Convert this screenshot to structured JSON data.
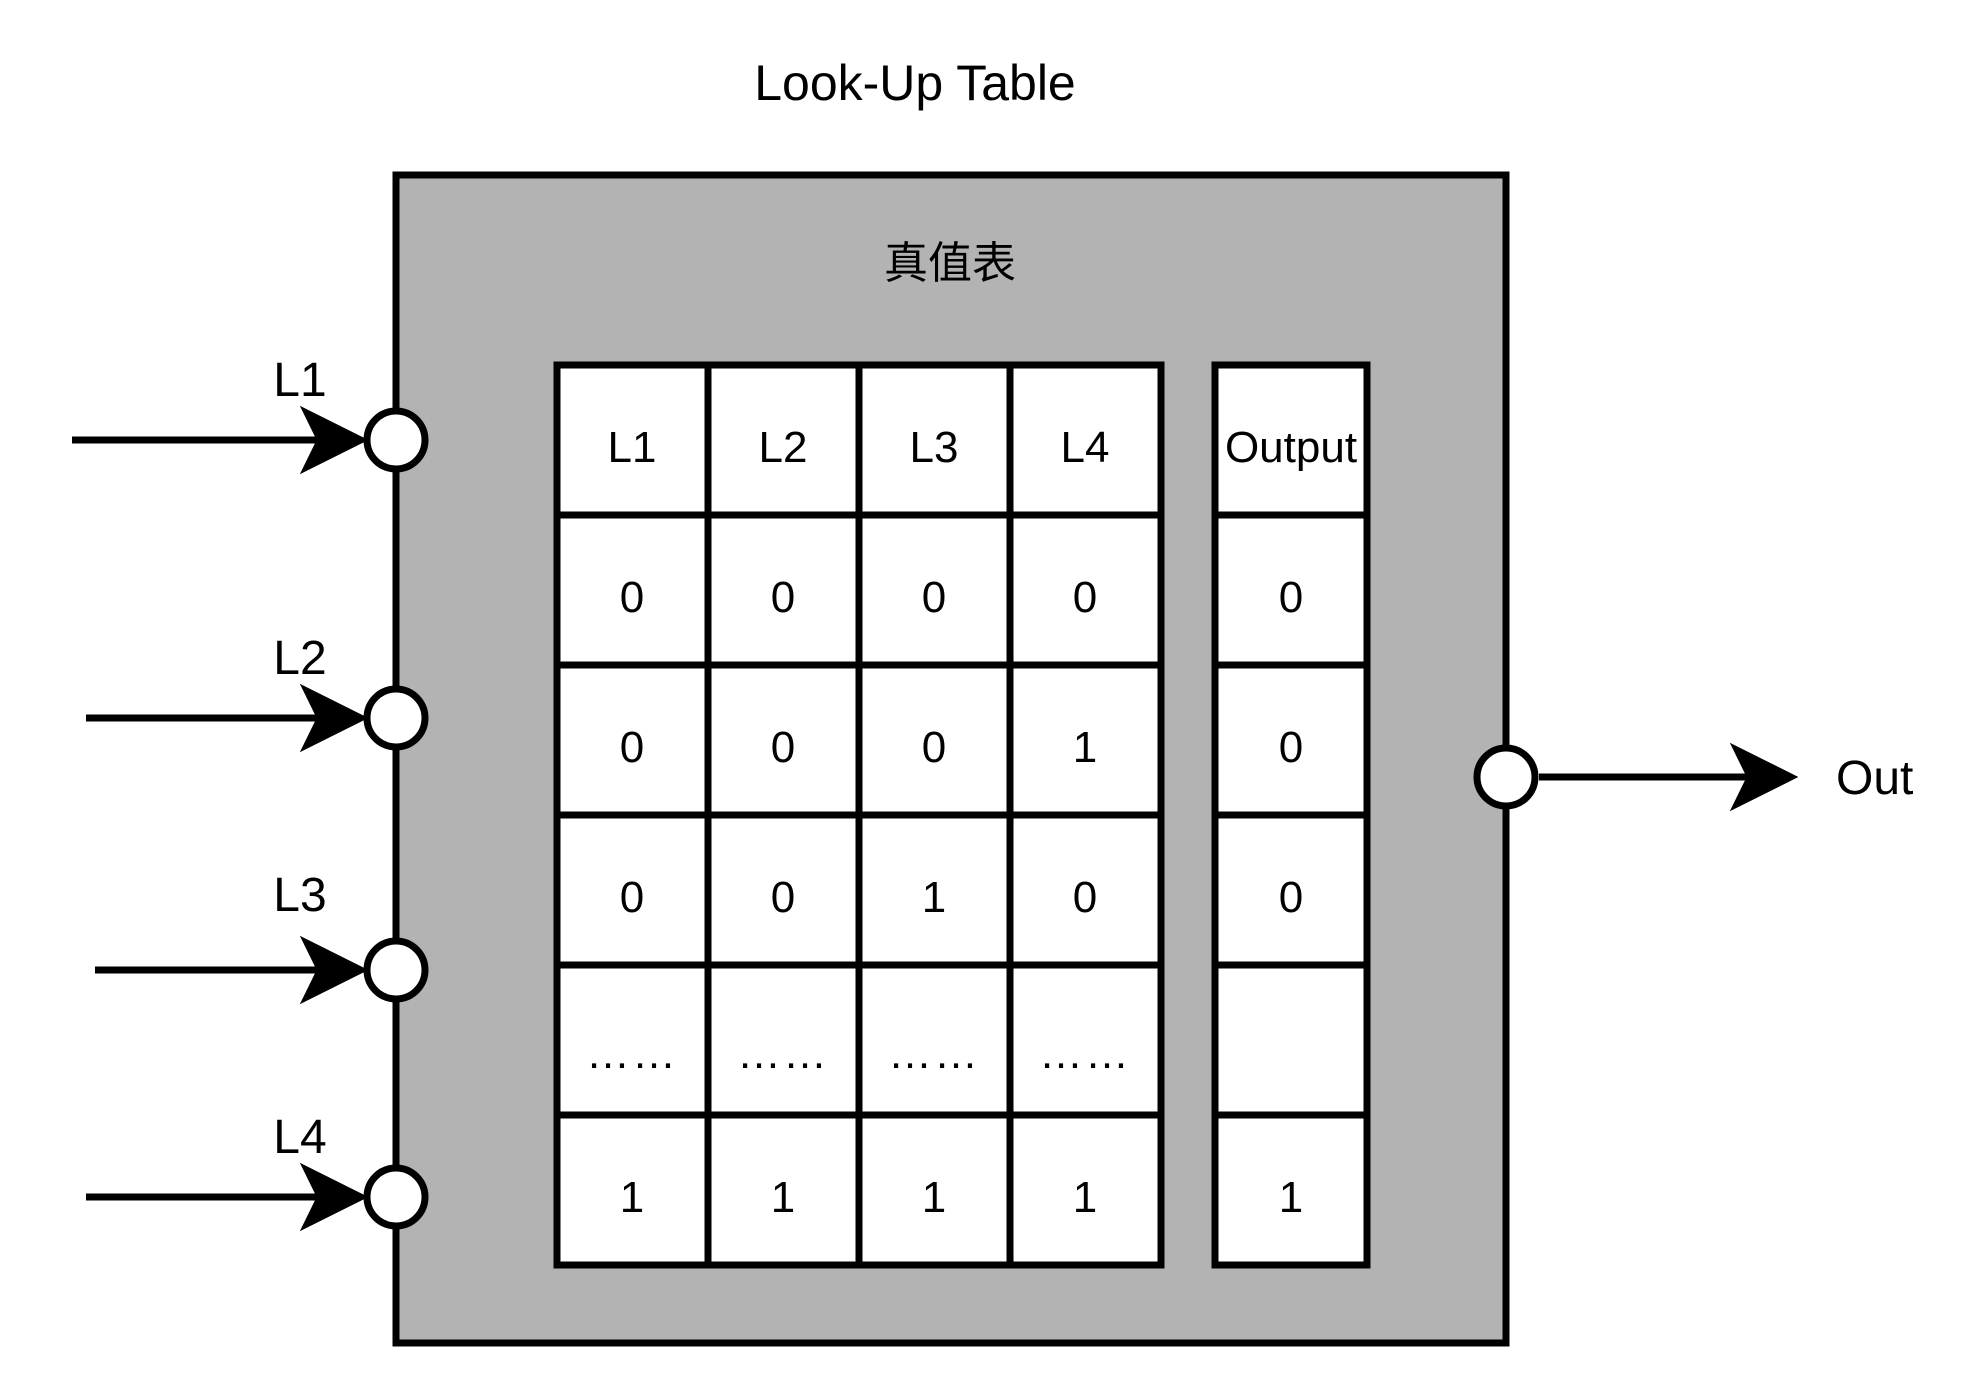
{
  "diagram": {
    "title": "Look-Up Table",
    "block_caption": "真值表",
    "block_fill": "#b3b3b3",
    "block_stroke": "#000000",
    "cell_fill": "#ffffff",
    "wire_color": "#000000"
  },
  "inputs": [
    {
      "label": "L1",
      "port_name": "input-port-l1"
    },
    {
      "label": "L2",
      "port_name": "input-port-l2"
    },
    {
      "label": "L3",
      "port_name": "input-port-l3"
    },
    {
      "label": "L4",
      "port_name": "input-port-l4"
    }
  ],
  "output": {
    "label": "Out",
    "port_name": "output-port-out"
  },
  "truth_table": {
    "input_headers": [
      "L1",
      "L2",
      "L3",
      "L4"
    ],
    "output_header": "Output",
    "rows": [
      {
        "inputs": [
          "0",
          "0",
          "0",
          "0"
        ],
        "output": "0"
      },
      {
        "inputs": [
          "0",
          "0",
          "0",
          "1"
        ],
        "output": "0"
      },
      {
        "inputs": [
          "0",
          "0",
          "1",
          "0"
        ],
        "output": "0"
      },
      {
        "inputs": [
          "……",
          "……",
          "……",
          "……"
        ],
        "output": ""
      },
      {
        "inputs": [
          "1",
          "1",
          "1",
          "1"
        ],
        "output": "1"
      }
    ]
  }
}
